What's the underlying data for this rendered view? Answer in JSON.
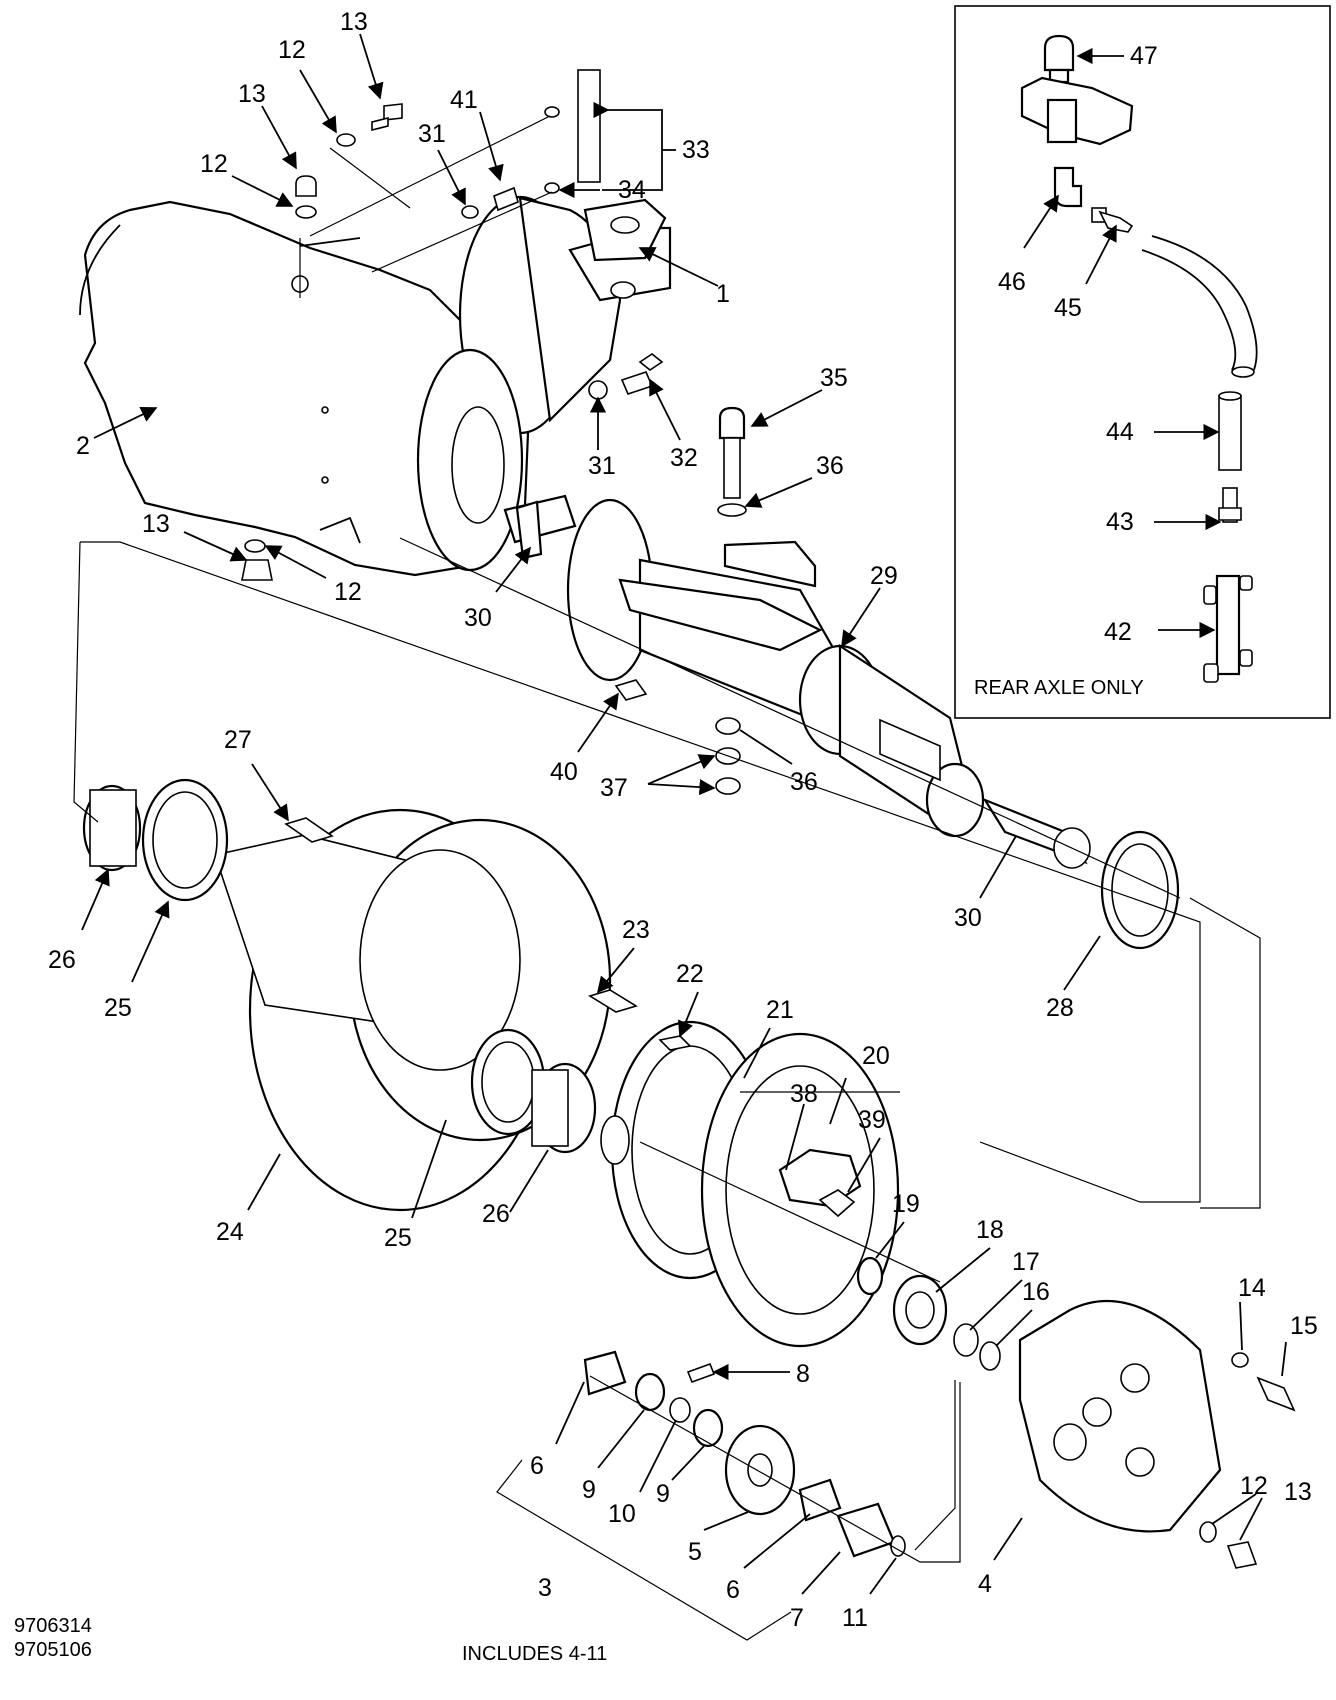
{
  "inset": {
    "label": "REAR AXLE ONLY"
  },
  "notes": {
    "includes": "INCLUDES 4-11",
    "ref1": "9706314",
    "ref2": "9705106"
  },
  "callouts": [
    {
      "id": "c13a",
      "text": "13"
    },
    {
      "id": "c12a",
      "text": "12"
    },
    {
      "id": "c13b",
      "text": "13"
    },
    {
      "id": "c12b",
      "text": "12"
    },
    {
      "id": "c41",
      "text": "41"
    },
    {
      "id": "c31a",
      "text": "31"
    },
    {
      "id": "c33",
      "text": "33"
    },
    {
      "id": "c34",
      "text": "34"
    },
    {
      "id": "c1",
      "text": "1"
    },
    {
      "id": "c2",
      "text": "2"
    },
    {
      "id": "c31b",
      "text": "31"
    },
    {
      "id": "c32",
      "text": "32"
    },
    {
      "id": "c35",
      "text": "35"
    },
    {
      "id": "c36a",
      "text": "36"
    },
    {
      "id": "c13c",
      "text": "13"
    },
    {
      "id": "c12c",
      "text": "12"
    },
    {
      "id": "c30a",
      "text": "30"
    },
    {
      "id": "c29",
      "text": "29"
    },
    {
      "id": "c40",
      "text": "40"
    },
    {
      "id": "c37",
      "text": "37"
    },
    {
      "id": "c36b",
      "text": "36"
    },
    {
      "id": "c27",
      "text": "27"
    },
    {
      "id": "c26a",
      "text": "26"
    },
    {
      "id": "c25a",
      "text": "25"
    },
    {
      "id": "c30b",
      "text": "30"
    },
    {
      "id": "c28",
      "text": "28"
    },
    {
      "id": "c23",
      "text": "23"
    },
    {
      "id": "c22",
      "text": "22"
    },
    {
      "id": "c21",
      "text": "21"
    },
    {
      "id": "c20",
      "text": "20"
    },
    {
      "id": "c38",
      "text": "38"
    },
    {
      "id": "c39",
      "text": "39"
    },
    {
      "id": "c24",
      "text": "24"
    },
    {
      "id": "c25b",
      "text": "25"
    },
    {
      "id": "c26b",
      "text": "26"
    },
    {
      "id": "c19",
      "text": "19"
    },
    {
      "id": "c18",
      "text": "18"
    },
    {
      "id": "c17",
      "text": "17"
    },
    {
      "id": "c16",
      "text": "16"
    },
    {
      "id": "c14",
      "text": "14"
    },
    {
      "id": "c15",
      "text": "15"
    },
    {
      "id": "c8",
      "text": "8"
    },
    {
      "id": "c6a",
      "text": "6"
    },
    {
      "id": "c9a",
      "text": "9"
    },
    {
      "id": "c10",
      "text": "10"
    },
    {
      "id": "c9b",
      "text": "9"
    },
    {
      "id": "c5",
      "text": "5"
    },
    {
      "id": "c6b",
      "text": "6"
    },
    {
      "id": "c7",
      "text": "7"
    },
    {
      "id": "c11",
      "text": "11"
    },
    {
      "id": "c3",
      "text": "3"
    },
    {
      "id": "c4",
      "text": "4"
    },
    {
      "id": "c12d",
      "text": "12"
    },
    {
      "id": "c13d",
      "text": "13"
    },
    {
      "id": "c47",
      "text": "47"
    },
    {
      "id": "c46",
      "text": "46"
    },
    {
      "id": "c45",
      "text": "45"
    },
    {
      "id": "c44",
      "text": "44"
    },
    {
      "id": "c43",
      "text": "43"
    },
    {
      "id": "c42",
      "text": "42"
    }
  ]
}
